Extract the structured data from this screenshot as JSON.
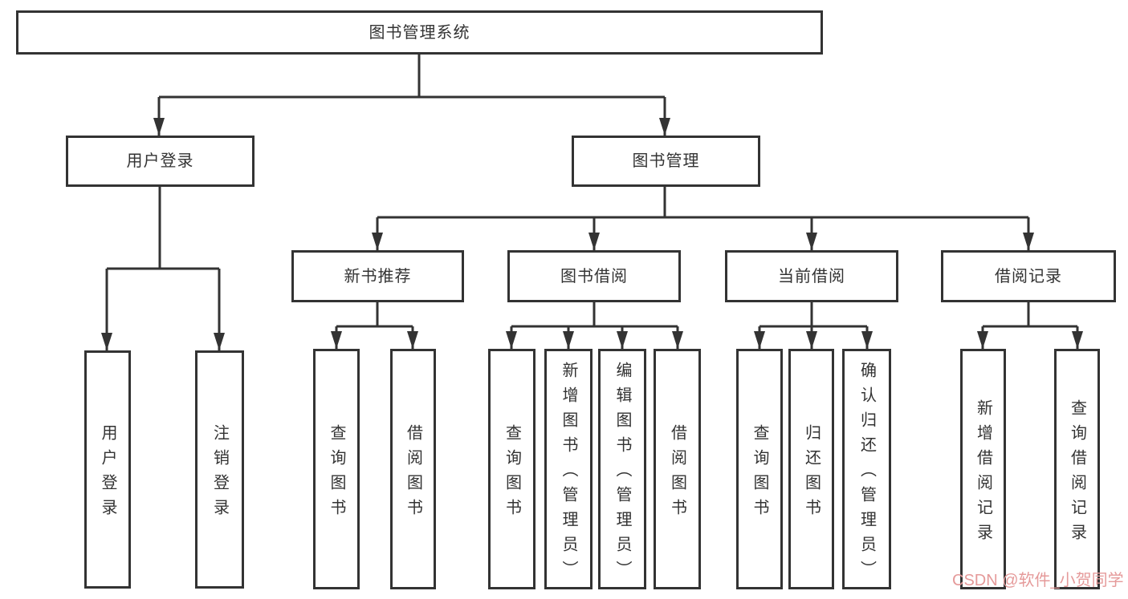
{
  "tree": {
    "root": "图书管理系统",
    "children": [
      {
        "label": "用户登录",
        "children": [
          "用户登录",
          "注销登录"
        ]
      },
      {
        "label": "图书管理",
        "children": [
          {
            "label": "新书推荐",
            "children": [
              "查询图书",
              "借阅图书"
            ]
          },
          {
            "label": "图书借阅",
            "children": [
              "查询图书",
              "新增图书（管理员）",
              "编辑图书（管理员）",
              "借阅图书"
            ]
          },
          {
            "label": "当前借阅",
            "children": [
              "查询图书",
              "归还图书",
              "确认归还（管理员）"
            ]
          },
          {
            "label": "借阅记录",
            "children": [
              "新增借阅记录",
              "查询借阅记录"
            ]
          }
        ]
      }
    ]
  },
  "watermark": {
    "text": "CSDN @软件_小贺同学"
  },
  "colors": {
    "line": "#333333",
    "box_border": "#333333",
    "box_bg": "#ffffff",
    "text": "#333333",
    "background": "#ffffff",
    "watermark": "#e59a9a"
  }
}
